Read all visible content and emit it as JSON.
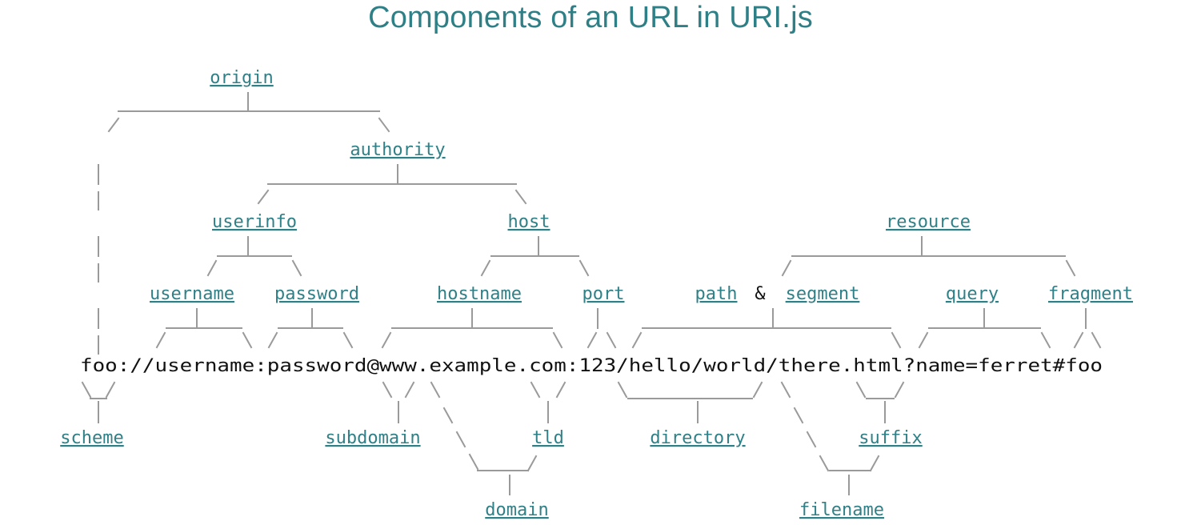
{
  "title": "Components of an URL in URI.js",
  "url": "foo://username:password@www.example.com:123/hello/world/there.html?name=ferret#foo",
  "labels": {
    "origin": "origin",
    "authority": "authority",
    "userinfo": "userinfo",
    "host": "host",
    "resource": "resource",
    "username": "username",
    "password": "password",
    "hostname": "hostname",
    "port": "port",
    "path": "path",
    "segment": "segment",
    "query": "query",
    "fragment": "fragment",
    "scheme": "scheme",
    "subdomain": "subdomain",
    "tld": "tld",
    "directory": "directory",
    "suffix": "suffix",
    "domain": "domain",
    "filename": "filename"
  },
  "ampersand": "&",
  "colors": {
    "title": "#2e8086",
    "link": "#2f8087",
    "text": "#111111",
    "connector": "#9a9a9a"
  }
}
